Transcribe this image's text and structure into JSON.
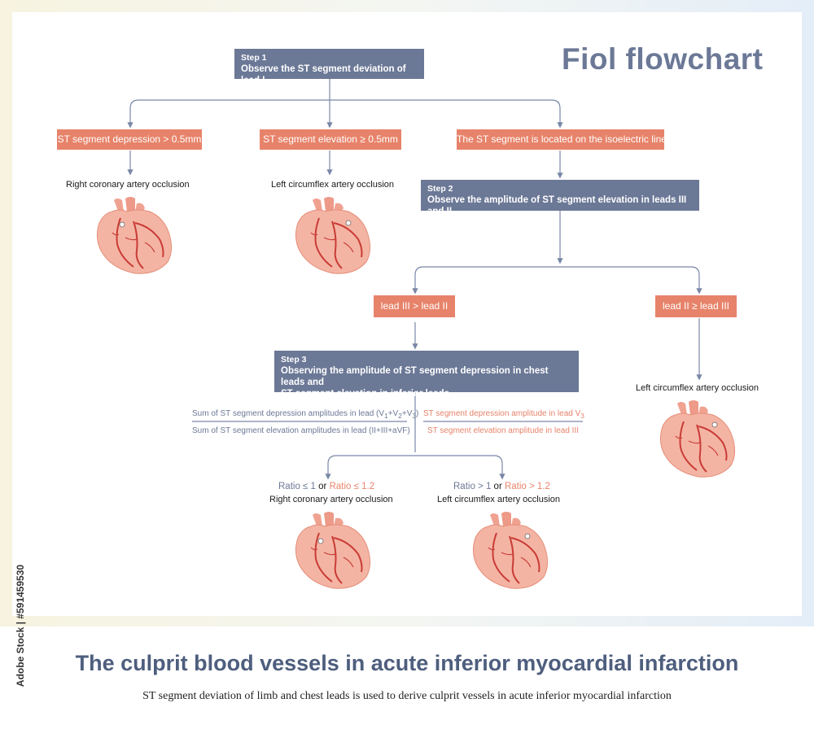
{
  "header": {
    "title": "Fiol flowchart"
  },
  "step1": {
    "label": "Step 1",
    "text": "Observe the ST segment deviation of lead I"
  },
  "branch1": {
    "depression": "ST segment depression > 0.5mm",
    "elevation": "ST segment elevation ≥ 0.5mm",
    "isoelectric": "The ST segment is located on the isoelectric line"
  },
  "outcome": {
    "rca1": "Right coronary artery occlusion",
    "lcx1": "Left circumflex artery occlusion",
    "lcx2": "Left circumflex artery occlusion",
    "rca2": "Right coronary artery occlusion",
    "lcx3": "Left circumflex artery occlusion"
  },
  "step2": {
    "label": "Step 2",
    "text": "Observe the amplitude of ST segment elevation in leads III and II"
  },
  "branch2": {
    "left": "lead III > lead  II",
    "right": "lead  II  ≥ lead  III"
  },
  "step3": {
    "label": "Step 3",
    "line1": "Observing the amplitude of ST segment depression in chest leads and",
    "line2": "ST segment elevation in inferior leads"
  },
  "fraction1": {
    "num_pre": "Sum of ST segment depression amplitudes in lead (V",
    "num_s1": "1",
    "num_mid1": "+V",
    "num_s2": "2",
    "num_mid2": "+V",
    "num_s3": "3",
    "num_post": ")",
    "den": "Sum of ST segment elevation amplitudes in lead (II+III+aVF)"
  },
  "fraction2": {
    "num_pre": "ST segment depression amplitude in lead V",
    "num_sub": "3",
    "den": "ST segment elevation amplitude in lead III"
  },
  "ratios": {
    "left_a": "Ratio ≤ 1",
    "left_or": " or ",
    "left_b": "Ratio ≤ 1.2",
    "right_a": "Ratio > 1",
    "right_or": " or ",
    "right_b": "Ratio > 1.2"
  },
  "footer": {
    "title": "The culprit blood vessels in acute inferior myocardial infarction",
    "subtitle": "ST segment deviation of limb and chest leads is used to derive culprit vessels in acute inferior myocardial infarction",
    "watermark": "Adobe Stock | #591459530"
  },
  "colors": {
    "step_box": "#6b7896",
    "condition_box": "#e7836a",
    "connector": "#7a87a6",
    "title": "#4e5e7e"
  },
  "icons": [
    "heart-illustration",
    "arrow-down-icon"
  ]
}
